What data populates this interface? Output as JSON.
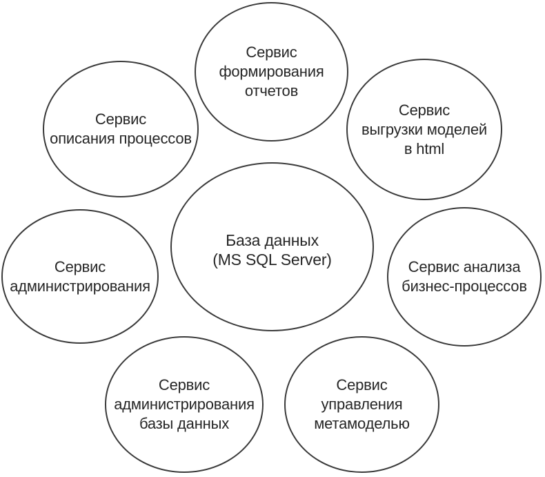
{
  "diagram": {
    "type": "hub-and-spoke-bubbles",
    "colors": {
      "background": "#ffffff",
      "node_fill": "#ffffff",
      "node_stroke": "#3a3a3a",
      "text": "#262626"
    },
    "center": {
      "name": "database",
      "lines": [
        "База данных",
        "(MS SQL Server)"
      ]
    },
    "satellites": [
      {
        "name": "report-generation",
        "lines": [
          "Сервис",
          "формирования",
          "отчетов"
        ]
      },
      {
        "name": "process-description",
        "lines": [
          "Сервис",
          "описания процессов"
        ]
      },
      {
        "name": "html-model-export",
        "lines": [
          "Сервис",
          "выгрузки моделей",
          "в html"
        ]
      },
      {
        "name": "administration",
        "lines": [
          "Сервис",
          "администрирования"
        ]
      },
      {
        "name": "business-process-analysis",
        "lines": [
          "Сервис анализа",
          "бизнес-процессов"
        ]
      },
      {
        "name": "db-administration",
        "lines": [
          "Сервис",
          "администрирования",
          "базы данных"
        ]
      },
      {
        "name": "metamodel-management",
        "lines": [
          "Сервис",
          "управления",
          "метамоделью"
        ]
      }
    ]
  }
}
